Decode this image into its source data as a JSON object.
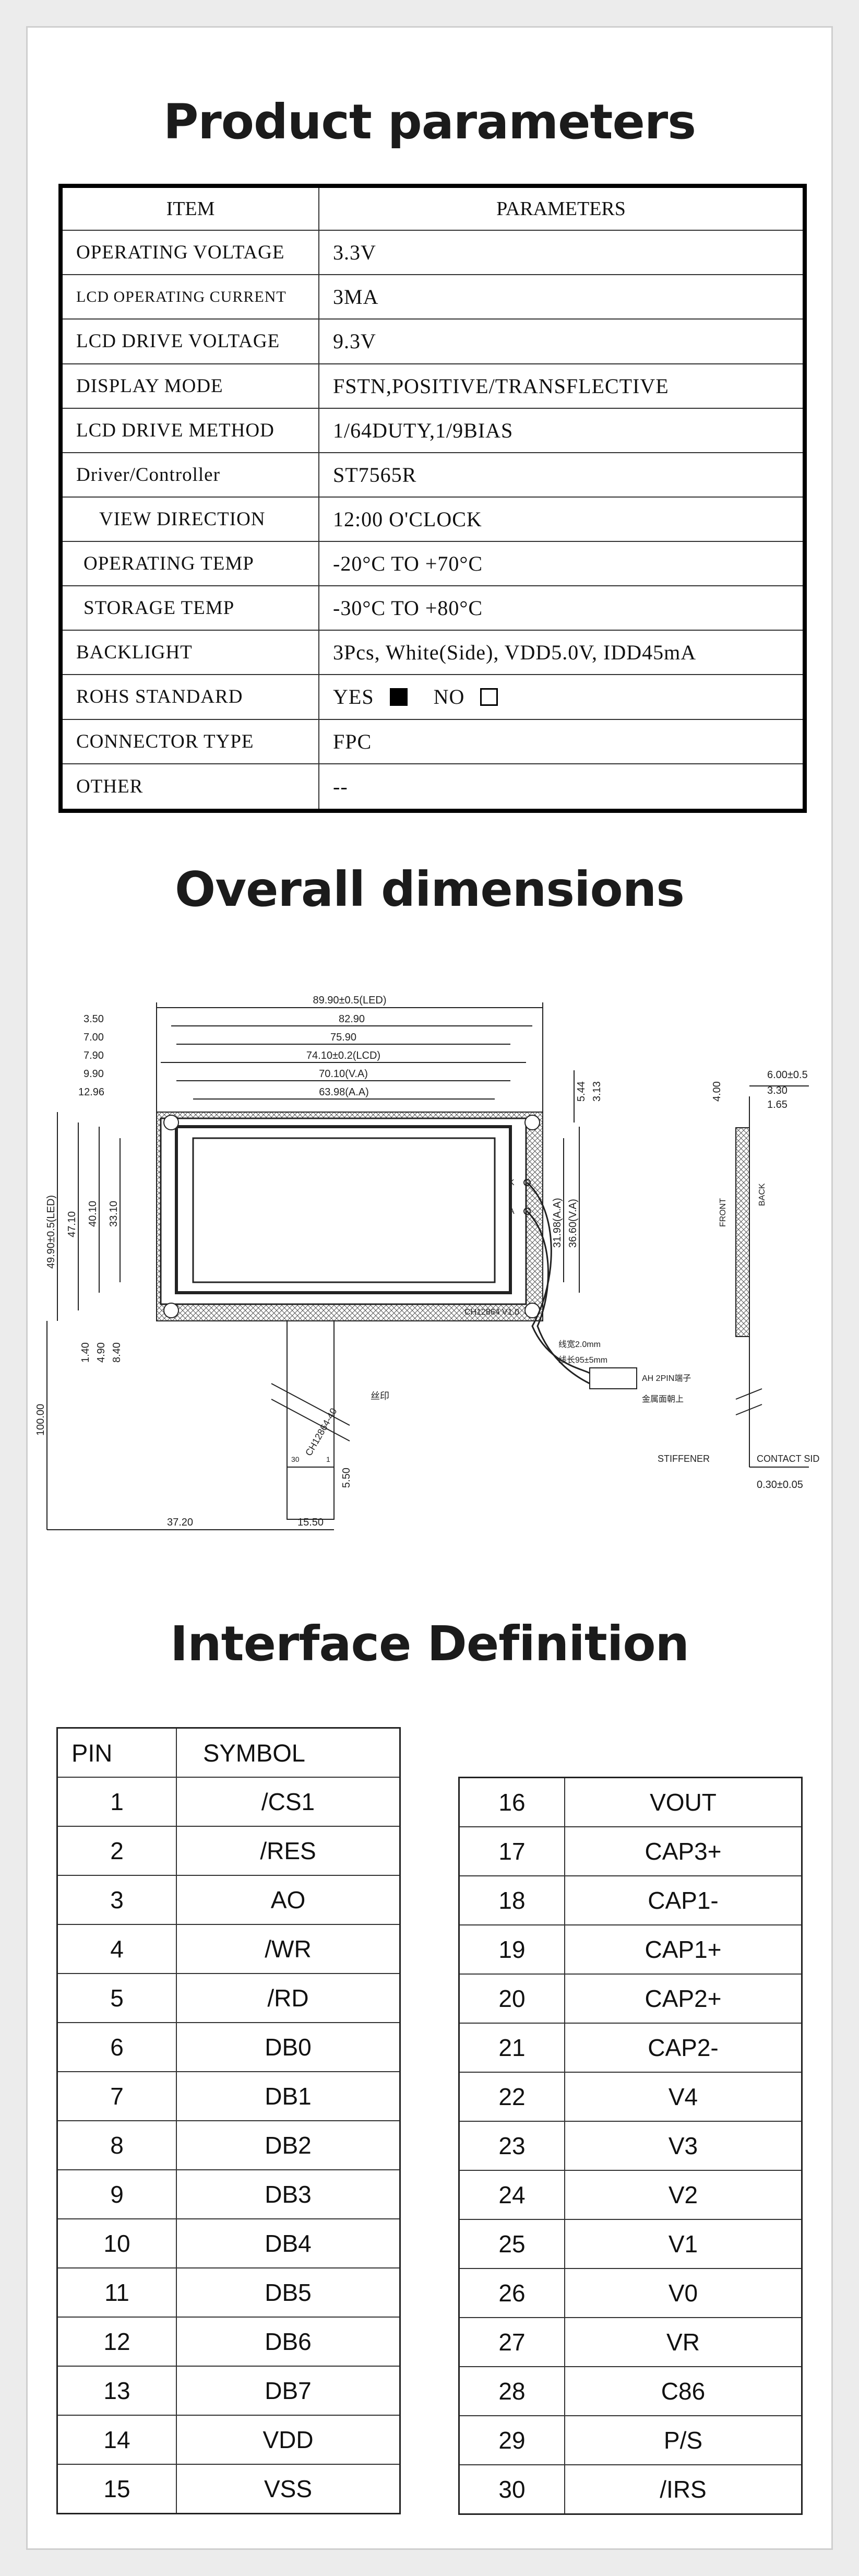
{
  "sections": {
    "params_title": "Product parameters",
    "dims_title": "Overall dimensions",
    "iface_title": "Interface Definition"
  },
  "params": {
    "header": {
      "item": "ITEM",
      "value": "PARAMETERS"
    },
    "rows": [
      {
        "key": "OPERATING VOLTAGE",
        "value": "3.3V"
      },
      {
        "key": "LCD OPERATING CURRENT",
        "value": "3MA"
      },
      {
        "key": "LCD DRIVE VOLTAGE",
        "value": "9.3V"
      },
      {
        "key": "DISPLAY MODE",
        "value": "FSTN,POSITIVE/TRANSFLECTIVE"
      },
      {
        "key": "LCD DRIVE METHOD",
        "value": "1/64DUTY,1/9BIAS"
      },
      {
        "key": "Driver/Controller",
        "value": "ST7565R"
      },
      {
        "key": "VIEW DIRECTION",
        "value": "12:00 O'CLOCK"
      },
      {
        "key": "OPERATING TEMP",
        "value": "-20°C TO +70°C"
      },
      {
        "key": "STORAGE TEMP",
        "value": "-30°C TO +80°C"
      },
      {
        "key": "BACKLIGHT",
        "value": "3Pcs, White(Side), VDD5.0V, IDD45mA"
      },
      {
        "key": "ROHS STANDARD",
        "yes": "YES",
        "no": "NO",
        "yes_checked": true
      },
      {
        "key": "CONNECTOR TYPE",
        "value": "FPC"
      },
      {
        "key": "OTHER",
        "value": "--"
      }
    ]
  },
  "drawing": {
    "top_dims": [
      "89.90±0.5(LED)",
      "82.90",
      "75.90",
      "74.10±0.2(LCD)",
      "70.10(V.A)",
      "63.98(A.A)"
    ],
    "left_top_dims": [
      "3.50",
      "7.00",
      "7.90",
      "9.90",
      "12.96"
    ],
    "right_top_dims": [
      "5.44",
      "3.13"
    ],
    "left_vert_dims": [
      "49.90±0.5(LED)",
      "47.10",
      "40.10",
      "33.10"
    ],
    "right_vert_dims": [
      "31.98(A.A)",
      "36.60(V.A)"
    ],
    "bottom_left_dims": [
      "1.40",
      "4.90",
      "8.40"
    ],
    "tail_len": "100.00",
    "bottom_dims": [
      "37.20",
      "15.50"
    ],
    "tail_dim": "5.50",
    "pad_dim": "6.00±0.5",
    "pad_dims": [
      "3.30",
      "1.65"
    ],
    "side_label_front": "FRONT",
    "side_label_back": "BACK",
    "side_dim": "4.00",
    "stiffener": "STIFFENER",
    "contact_side": "CONTACT SIDE",
    "thickness": "0.30±0.05",
    "fpc_part": "CH12864-40",
    "fpc_silk": "丝印",
    "fpc_pin_left": "30",
    "fpc_pin_right": "1",
    "pcb_label": "CH12864 V1.0",
    "wire_note1": "线宽2.0mm",
    "wire_note2": "线长95±5mm",
    "wire_conn": "AH 2PIN端子",
    "wire_note3": "金属面朝上",
    "led_k": "K",
    "led_a": "A"
  },
  "pins_left": {
    "header": {
      "pin": "PIN",
      "symbol": "SYMBOL"
    },
    "rows": [
      {
        "pin": "1",
        "symbol": "/CS1"
      },
      {
        "pin": "2",
        "symbol": "/RES"
      },
      {
        "pin": "3",
        "symbol": "AO"
      },
      {
        "pin": "4",
        "symbol": "/WR"
      },
      {
        "pin": "5",
        "symbol": "/RD"
      },
      {
        "pin": "6",
        "symbol": "DB0"
      },
      {
        "pin": "7",
        "symbol": "DB1"
      },
      {
        "pin": "8",
        "symbol": "DB2"
      },
      {
        "pin": "9",
        "symbol": "DB3"
      },
      {
        "pin": "10",
        "symbol": "DB4"
      },
      {
        "pin": "11",
        "symbol": "DB5"
      },
      {
        "pin": "12",
        "symbol": "DB6"
      },
      {
        "pin": "13",
        "symbol": "DB7"
      },
      {
        "pin": "14",
        "symbol": "VDD"
      },
      {
        "pin": "15",
        "symbol": "VSS"
      }
    ]
  },
  "pins_right": {
    "rows": [
      {
        "pin": "16",
        "symbol": "VOUT"
      },
      {
        "pin": "17",
        "symbol": "CAP3+"
      },
      {
        "pin": "18",
        "symbol": "CAP1-"
      },
      {
        "pin": "19",
        "symbol": "CAP1+"
      },
      {
        "pin": "20",
        "symbol": "CAP2+"
      },
      {
        "pin": "21",
        "symbol": "CAP2-"
      },
      {
        "pin": "22",
        "symbol": "V4"
      },
      {
        "pin": "23",
        "symbol": "V3"
      },
      {
        "pin": "24",
        "symbol": "V2"
      },
      {
        "pin": "25",
        "symbol": "V1"
      },
      {
        "pin": "26",
        "symbol": "V0"
      },
      {
        "pin": "27",
        "symbol": "VR"
      },
      {
        "pin": "28",
        "symbol": "C86"
      },
      {
        "pin": "29",
        "symbol": "P/S"
      },
      {
        "pin": "30",
        "symbol": "/IRS"
      }
    ]
  }
}
